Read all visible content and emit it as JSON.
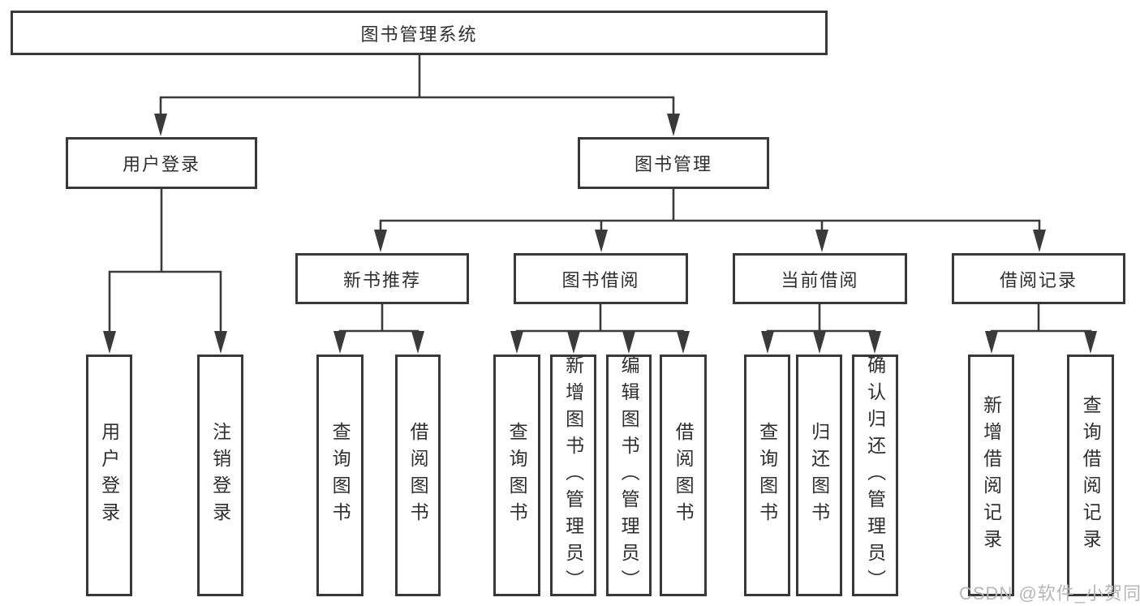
{
  "diagram": {
    "root": {
      "label": "图书管理系统"
    },
    "level2": [
      {
        "label": "用户登录"
      },
      {
        "label": "图书管理"
      }
    ],
    "level3": [
      {
        "label": "新书推荐"
      },
      {
        "label": "图书借阅"
      },
      {
        "label": "当前借阅"
      },
      {
        "label": "借阅记录"
      }
    ],
    "leaves": {
      "user_login": [
        {
          "label": "用户登录"
        },
        {
          "label": "注销登录"
        }
      ],
      "new_book": [
        {
          "label": "查询图书"
        },
        {
          "label": "借阅图书"
        }
      ],
      "book_borrow": [
        {
          "label": "查询图书"
        },
        {
          "label": "新增图书（管理员）"
        },
        {
          "label": "编辑图书（管理员）"
        },
        {
          "label": "借阅图书"
        }
      ],
      "current_borrow": [
        {
          "label": "查询图书"
        },
        {
          "label": "归还图书"
        },
        {
          "label": "确认归还（管理员）"
        }
      ],
      "borrow_records": [
        {
          "label": "新增借阅记录"
        },
        {
          "label": "查询借阅记录"
        }
      ]
    }
  },
  "watermark": {
    "text": "CSDN @软件_小贺同学"
  },
  "colors": {
    "line": "#3a3a3a",
    "box_border": "#383838",
    "text": "#2f2f2f",
    "watermark": "#b6b6b6",
    "background": "#ffffff"
  }
}
